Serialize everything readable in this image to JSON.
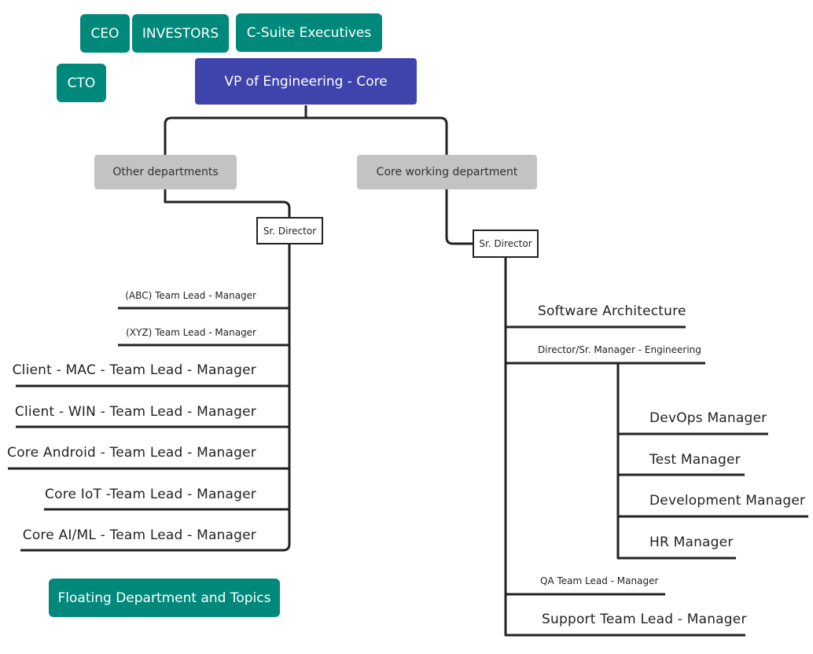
{
  "top_boxes": {
    "ceo": "CEO",
    "investors": "INVESTORS",
    "csuite": "C-Suite Executives",
    "cto": "CTO"
  },
  "root": "VP of Engineering - Core",
  "departments": {
    "other": "Other departments",
    "core": "Core working department"
  },
  "left_branch": {
    "director": "Sr. Director",
    "items": [
      "(ABC) Team Lead - Manager",
      "(XYZ) Team Lead - Manager",
      "Client - MAC - Team Lead - Manager",
      "Client - WIN - Team Lead - Manager",
      "Core Android - Team Lead - Manager",
      "Core IoT -Team Lead - Manager",
      "Core AI/ML - Team Lead - Manager"
    ]
  },
  "right_branch": {
    "director": "Sr. Director",
    "software_architecture": "Software Architecture",
    "engineering_director": "Director/Sr. Manager - Engineering",
    "managers": [
      "DevOps Manager",
      "Test Manager",
      "Development Manager",
      "HR Manager"
    ],
    "qa_lead": "QA Team Lead - Manager",
    "support_lead": "Support Team Lead - Manager"
  },
  "floating": "Floating Department and Topics",
  "colors": {
    "teal": "#00897b",
    "blue": "#3e44ab",
    "grey": "#c3c3c3",
    "line": "#222222"
  }
}
